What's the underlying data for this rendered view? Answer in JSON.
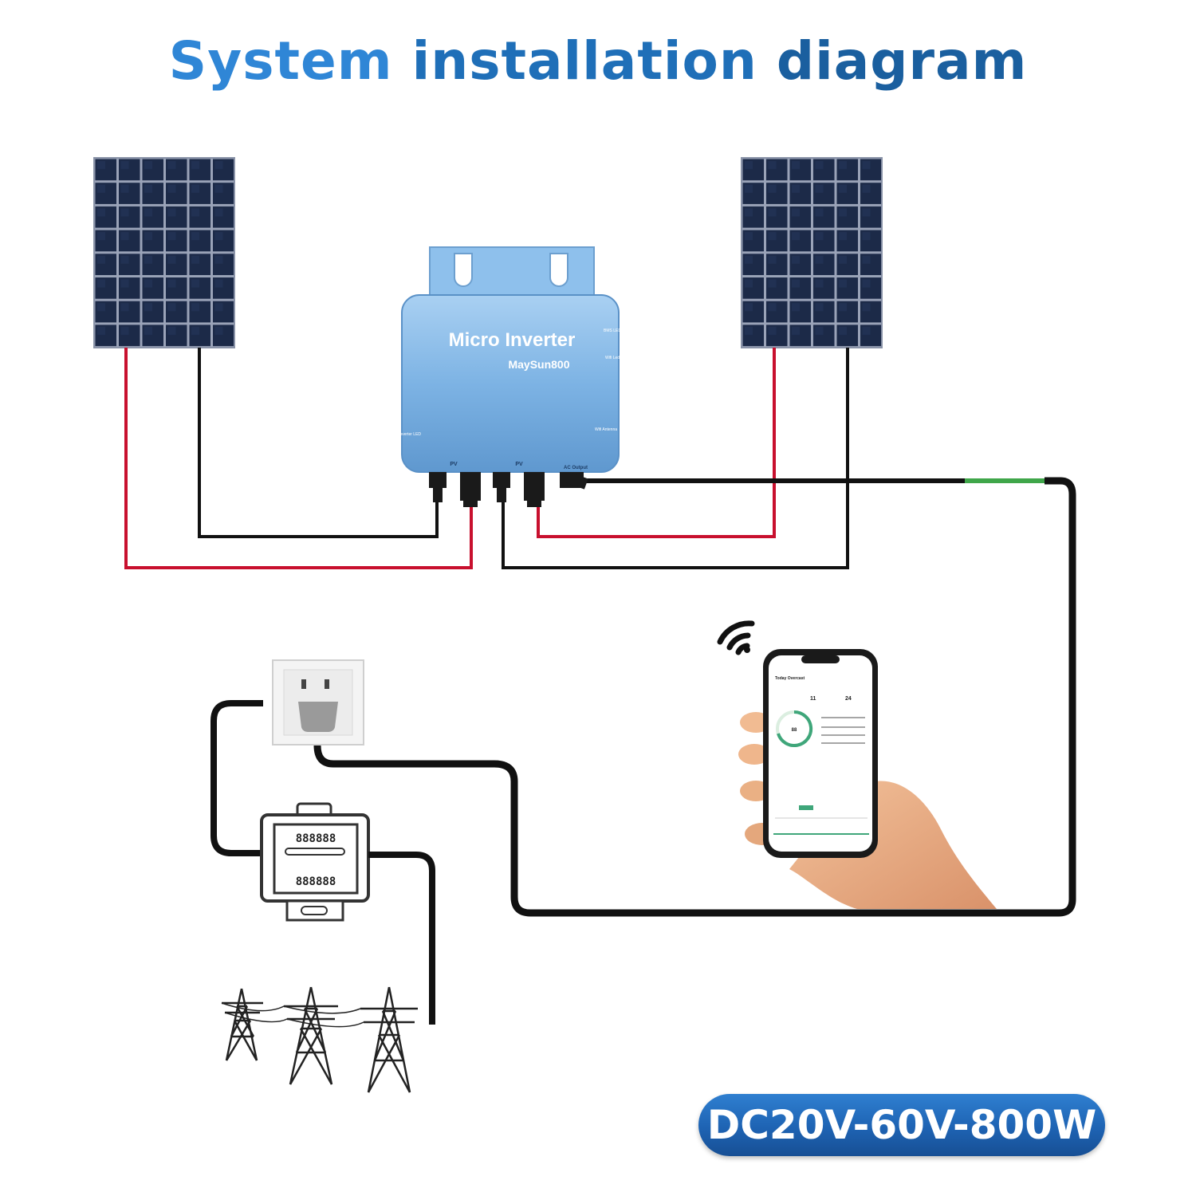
{
  "title": {
    "word1": "System",
    "word2": "installation",
    "word3": "diagram"
  },
  "inverter": {
    "name": "Micro Inverter",
    "model": "MaySun800",
    "pv_label_left": "PV",
    "pv_label_right": "PV",
    "ac_output_label": "AC Output",
    "side_labels": [
      "BMS LED",
      "Wifi Led",
      "Wifi Antenna"
    ],
    "inverter_led_label": "Inverter LED"
  },
  "phone": {
    "header": "Today Overcast",
    "readings": [
      "11",
      "24",
      "88"
    ]
  },
  "meter": {
    "digits_top": "888888",
    "digits_bottom": "888888"
  },
  "spec_badge": "DC20V-60V-800W",
  "colors": {
    "positive_wire": "#c8102e",
    "negative_wire": "#111111",
    "inverter": "#7fb6e6",
    "title": "#2f86d6"
  },
  "icons": [
    "solar-panel-icon",
    "wifi-icon",
    "power-socket-icon",
    "electric-meter-icon",
    "power-tower-icon",
    "smartphone-icon",
    "hand-icon"
  ]
}
